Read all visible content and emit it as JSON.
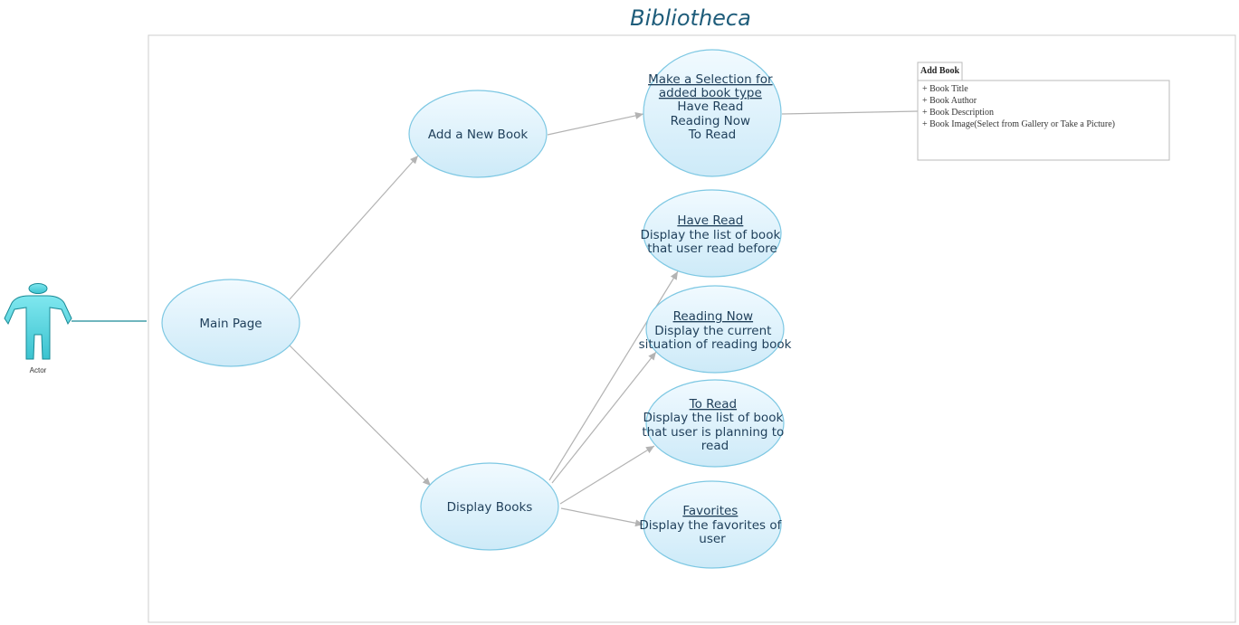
{
  "title": "Bibliotheca",
  "actor": {
    "label": "Actor"
  },
  "use_cases": {
    "main_page": {
      "lines": [
        "Main Page"
      ]
    },
    "add_new_book": {
      "lines": [
        "Add a New Book"
      ]
    },
    "display_books": {
      "lines": [
        "Display Books"
      ]
    },
    "make_selection": {
      "head": [
        "Make a Selection for",
        "added book type"
      ],
      "lines": [
        "Have Read",
        "Reading Now",
        "To Read"
      ]
    },
    "have_read": {
      "head": [
        "Have Read"
      ],
      "lines": [
        "Display the list of book",
        "that user read before"
      ]
    },
    "reading_now": {
      "head": [
        "Reading Now"
      ],
      "lines": [
        "Display the current",
        "situation of reading book"
      ]
    },
    "to_read": {
      "head": [
        "To Read"
      ],
      "lines": [
        "Display the list of book",
        "that user is planning to",
        "read"
      ]
    },
    "favorites": {
      "head": [
        "Favorites"
      ],
      "lines": [
        "Display the favorites of",
        "user"
      ]
    }
  },
  "add_book_note": {
    "title": "Add Book",
    "items": [
      "+ Book Title",
      "+ Book Author",
      "+ Book Description",
      "+ Book Image(Select from Gallery or Take a Picture)"
    ]
  },
  "colors": {
    "ellipse_stroke": "#7ec8e3",
    "ellipse_fill_top": "#f1faff",
    "ellipse_fill_bottom": "#cdeaf8",
    "arrow": "#b3b3b3",
    "actor_fill": "#5fd6e0",
    "actor_stroke": "#1a8a96",
    "frame": "#cccccc"
  }
}
